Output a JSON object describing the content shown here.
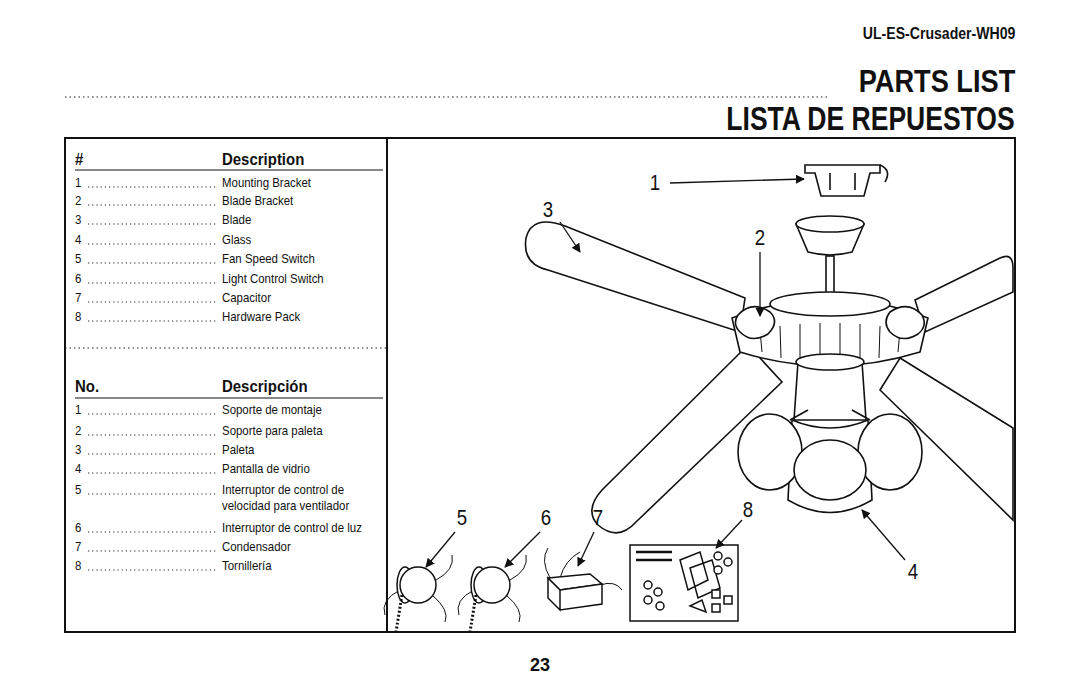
{
  "diagram": {
    "title": "PARTS LIST",
    "labels": [
      "UL-ES-Crusader-WH09",
      "LISTA DE REPUESTOS",
      "#",
      "Description",
      "1",
      "Mounting Bracket",
      "2",
      "Blade Bracket",
      "3",
      "Blade",
      "4",
      "Glass",
      "5",
      "Fan Speed Switch",
      "6",
      "Light Control Switch",
      "7",
      "Capacitor",
      "8",
      "Hardware Pack",
      "No.",
      "Descripción",
      "1",
      "Soporte de montaje",
      "2",
      "Soporte para paleta",
      "3",
      "Paleta",
      "4",
      "Pantalla de vidrio",
      "5",
      "Interruptor de control de velocidad para ventilador",
      "6",
      "Interruptor de control de luz",
      "7",
      "Condensador",
      "8",
      "Tornillería",
      "1",
      "3",
      "2",
      "5",
      "6",
      "7",
      "8",
      "4",
      "23"
    ]
  }
}
